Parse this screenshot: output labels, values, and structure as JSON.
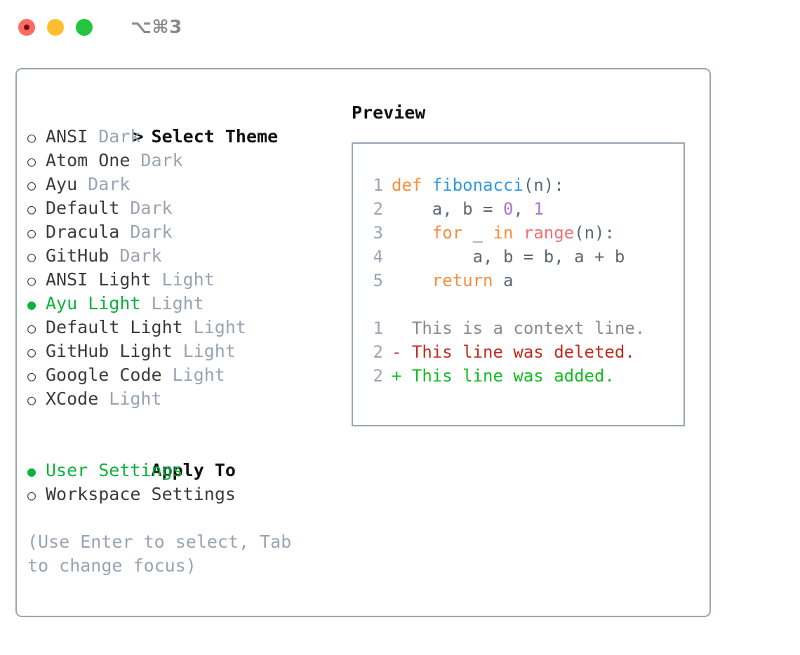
{
  "titlebar": {
    "shortcut": "⌥⌘3",
    "lights": [
      {
        "name": "close",
        "color": "#fd6a62"
      },
      {
        "name": "minimize",
        "color": "#ffbf2d"
      },
      {
        "name": "maximize",
        "color": "#25c63f"
      }
    ]
  },
  "theme_picker": {
    "header": "Select Theme",
    "caret": ">",
    "marker_selected": "●",
    "marker_unselected": "○",
    "items": [
      {
        "label": "ANSI",
        "tag": "Dark",
        "selected": false
      },
      {
        "label": "Atom One",
        "tag": "Dark",
        "selected": false
      },
      {
        "label": "Ayu",
        "tag": "Dark",
        "selected": false
      },
      {
        "label": "Default",
        "tag": "Dark",
        "selected": false
      },
      {
        "label": "Dracula",
        "tag": "Dark",
        "selected": false
      },
      {
        "label": "GitHub",
        "tag": "Dark",
        "selected": false
      },
      {
        "label": "ANSI Light",
        "tag": "Light",
        "selected": false
      },
      {
        "label": "Ayu Light",
        "tag": "Light",
        "selected": true
      },
      {
        "label": "Default Light",
        "tag": "Light",
        "selected": false
      },
      {
        "label": "GitHub Light",
        "tag": "Light",
        "selected": false
      },
      {
        "label": "Google Code",
        "tag": "Light",
        "selected": false
      },
      {
        "label": "XCode",
        "tag": "Light",
        "selected": false
      }
    ]
  },
  "apply_to": {
    "header": "Apply To",
    "items": [
      {
        "label": "User Settings",
        "selected": true
      },
      {
        "label": "Workspace Settings",
        "selected": false
      }
    ]
  },
  "hint": "(Use Enter to select, Tab to change focus)",
  "preview": {
    "title": "Preview",
    "code_lines": [
      {
        "lineno": "1",
        "tokens": [
          {
            "text": "def ",
            "type": "kw"
          },
          {
            "text": "fibonacci",
            "type": "fn"
          },
          {
            "text": "(n):",
            "type": "plain"
          }
        ]
      },
      {
        "lineno": "2",
        "tokens": [
          {
            "text": "    a, b = ",
            "type": "plain"
          },
          {
            "text": "0",
            "type": "num"
          },
          {
            "text": ", ",
            "type": "plain"
          },
          {
            "text": "1",
            "type": "num"
          }
        ]
      },
      {
        "lineno": "3",
        "tokens": [
          {
            "text": "    ",
            "type": "plain"
          },
          {
            "text": "for",
            "type": "kw"
          },
          {
            "text": " _ ",
            "type": "plain"
          },
          {
            "text": "in",
            "type": "kw"
          },
          {
            "text": " ",
            "type": "plain"
          },
          {
            "text": "range",
            "type": "builtin"
          },
          {
            "text": "(n):",
            "type": "plain"
          }
        ]
      },
      {
        "lineno": "4",
        "tokens": [
          {
            "text": "        a, b = b, a + b",
            "type": "plain"
          }
        ]
      },
      {
        "lineno": "5",
        "tokens": [
          {
            "text": "    ",
            "type": "plain"
          },
          {
            "text": "return",
            "type": "kw"
          },
          {
            "text": " a",
            "type": "plain"
          }
        ]
      }
    ],
    "diff_lines": [
      {
        "lineno": "1",
        "marker": " ",
        "text": "  This is a context line.",
        "kind": "ctx"
      },
      {
        "lineno": "2",
        "marker": "-",
        "text": "- This line was deleted.",
        "kind": "del"
      },
      {
        "lineno": "2",
        "marker": "+",
        "text": "+ This line was added.",
        "kind": "add"
      }
    ]
  },
  "colors": {
    "accent_green": "#0bb23c",
    "muted": "#9aa3b2",
    "border": "#9aa5b4",
    "keyword": "#fa8d3e",
    "function": "#3199e1",
    "number": "#a37acc",
    "builtin": "#f07171",
    "code_fg": "#5c6773",
    "diff_deleted": "#c22b21",
    "diff_added": "#11bb22"
  }
}
